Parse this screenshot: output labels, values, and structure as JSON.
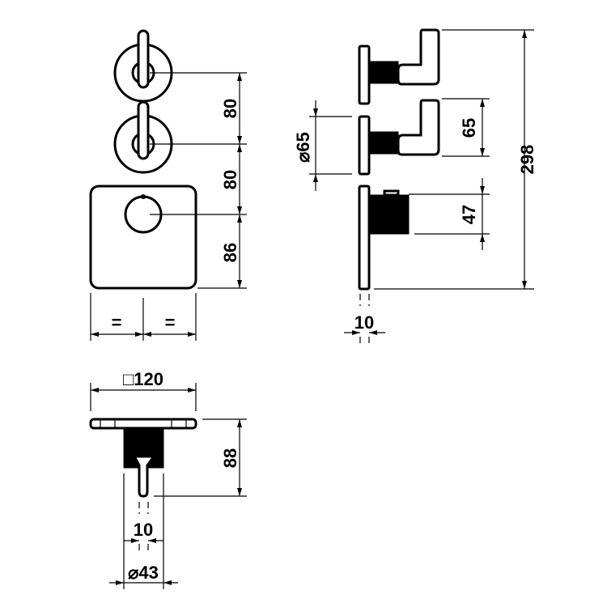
{
  "front_view": {
    "spacing_1": "80",
    "spacing_2": "80",
    "spacing_3": "86",
    "equal_left": "=",
    "equal_right": "="
  },
  "side_view": {
    "rosette_diameter": "⌀65",
    "handle_height": "65",
    "knob_height": "47",
    "total_height": "298",
    "plate_thickness": "10"
  },
  "top_view": {
    "plate_size": "□120",
    "depth": "88",
    "spindle_width": "10",
    "stem_diameter": "⌀43"
  }
}
